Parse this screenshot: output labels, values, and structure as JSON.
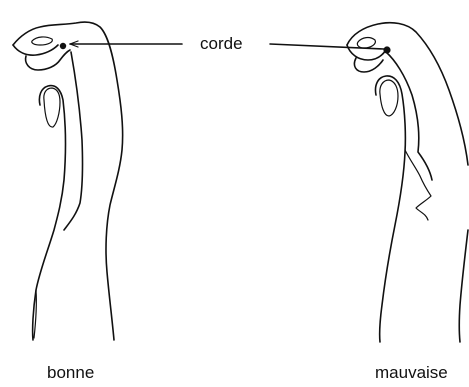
{
  "labels": {
    "string": "corde",
    "good": "bonne",
    "bad": "mauvaise"
  },
  "figures": [
    {
      "position": "left",
      "caption_ref": "labels.good"
    },
    {
      "position": "right",
      "caption_ref": "labels.bad"
    }
  ]
}
